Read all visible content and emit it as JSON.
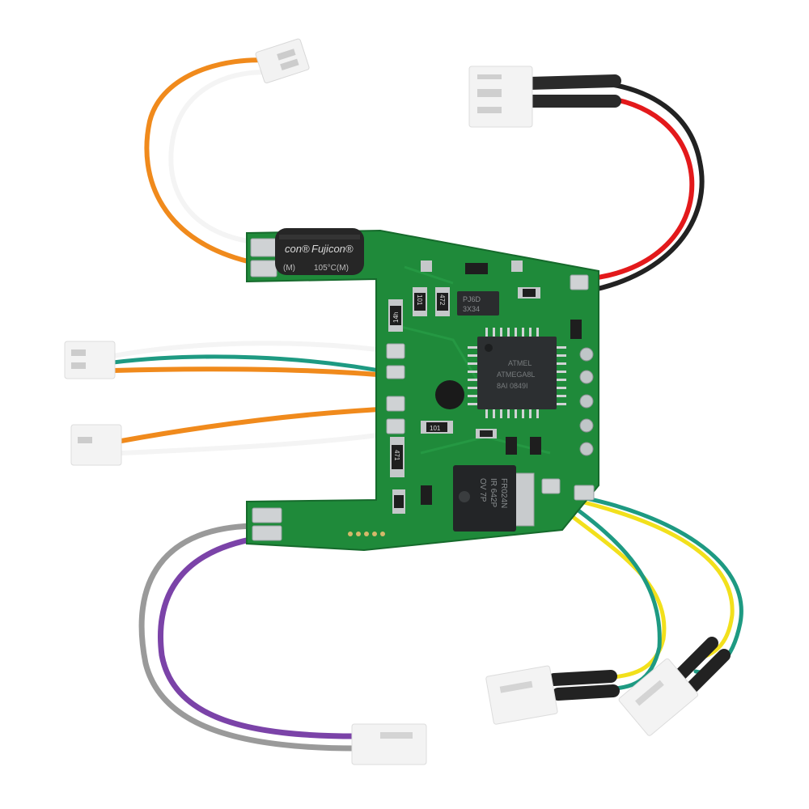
{
  "photo": {
    "subject": "Digital decoder circuit board with wire harnesses",
    "background_color": "#ffffff",
    "pcb_color": "#1f8a3a"
  },
  "components": {
    "microcontroller": {
      "line1": "ATMEL",
      "line2": "ATMEGA8L",
      "line3": "8AI 0849I"
    },
    "capacitor": {
      "brand_left": "con®",
      "brand": "Fujicon®",
      "line2_left": "(M)",
      "line2": "105°C(M)"
    },
    "regulator": {
      "line1": "FR024N",
      "line2": "IR 642P",
      "line3": "OV 7P"
    },
    "diode": {
      "line1": "PJ6D",
      "line2": "3X34"
    },
    "resistors": [
      {
        "code": "101"
      },
      {
        "code": "472"
      },
      {
        "code": "14h"
      },
      {
        "code": "101"
      },
      {
        "code": "471"
      }
    ]
  },
  "wires": {
    "top_left": [
      "#f08a1c",
      "#ffffff"
    ],
    "top_right": [
      "#e3191b",
      "#222222"
    ],
    "left_upper": [
      "#ffffff",
      "#1e9a82",
      "#f08a1c"
    ],
    "left_lower": [
      "#f08a1c",
      "#ffffff"
    ],
    "bottom_left": [
      "#8e8e8e",
      "#7b43a8"
    ],
    "bottom_right": [
      "#f2e01c",
      "#1e9a82",
      "#f2e01c",
      "#1e9a82"
    ]
  }
}
